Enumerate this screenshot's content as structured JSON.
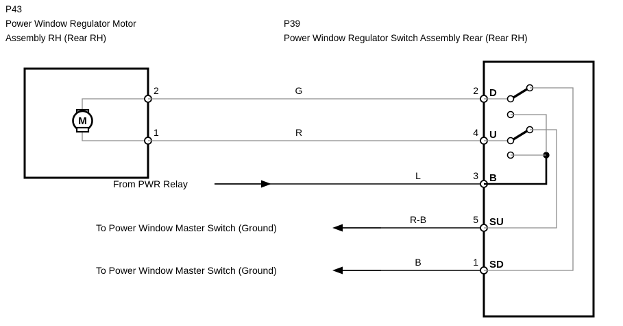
{
  "document": {
    "kind": "automotive-wiring-diagram"
  },
  "headers": {
    "left": {
      "code": "P43",
      "line1": "Power Window Regulator Motor",
      "line2": "Assembly RH (Rear RH)"
    },
    "right": {
      "code": "P39",
      "line1": "Power Window Regulator Switch Assembly Rear (Rear RH)"
    }
  },
  "motor_component": {
    "symbol_letter": "M",
    "terminals": [
      {
        "number": "2"
      },
      {
        "number": "1"
      }
    ]
  },
  "switch_component": {
    "terminals": [
      {
        "number": "2",
        "label": "D"
      },
      {
        "number": "4",
        "label": "U"
      },
      {
        "number": "3",
        "label": "B"
      },
      {
        "number": "5",
        "label": "SU"
      },
      {
        "number": "1",
        "label": "SD"
      }
    ]
  },
  "wires": [
    {
      "id": "wire-g",
      "label": "G",
      "from_terminal": "2",
      "to_terminal": "2"
    },
    {
      "id": "wire-r",
      "label": "R",
      "from_terminal": "1",
      "to_terminal": "4"
    },
    {
      "id": "wire-l",
      "label": "L",
      "to_terminal": "3"
    },
    {
      "id": "wire-rb",
      "label": "R-B",
      "to_terminal": "5"
    },
    {
      "id": "wire-b",
      "label": "B",
      "to_terminal": "1"
    }
  ],
  "annotations": [
    {
      "id": "anno-pwr-relay",
      "text": "From PWR Relay",
      "direction": "right"
    },
    {
      "id": "anno-master-su",
      "text": "To Power Window Master Switch (Ground)",
      "direction": "left"
    },
    {
      "id": "anno-master-sd",
      "text": "To Power Window Master Switch (Ground)",
      "direction": "left"
    }
  ],
  "colors": {
    "line": "#000000",
    "wire": "#8c8c8c",
    "background": "#ffffff"
  }
}
